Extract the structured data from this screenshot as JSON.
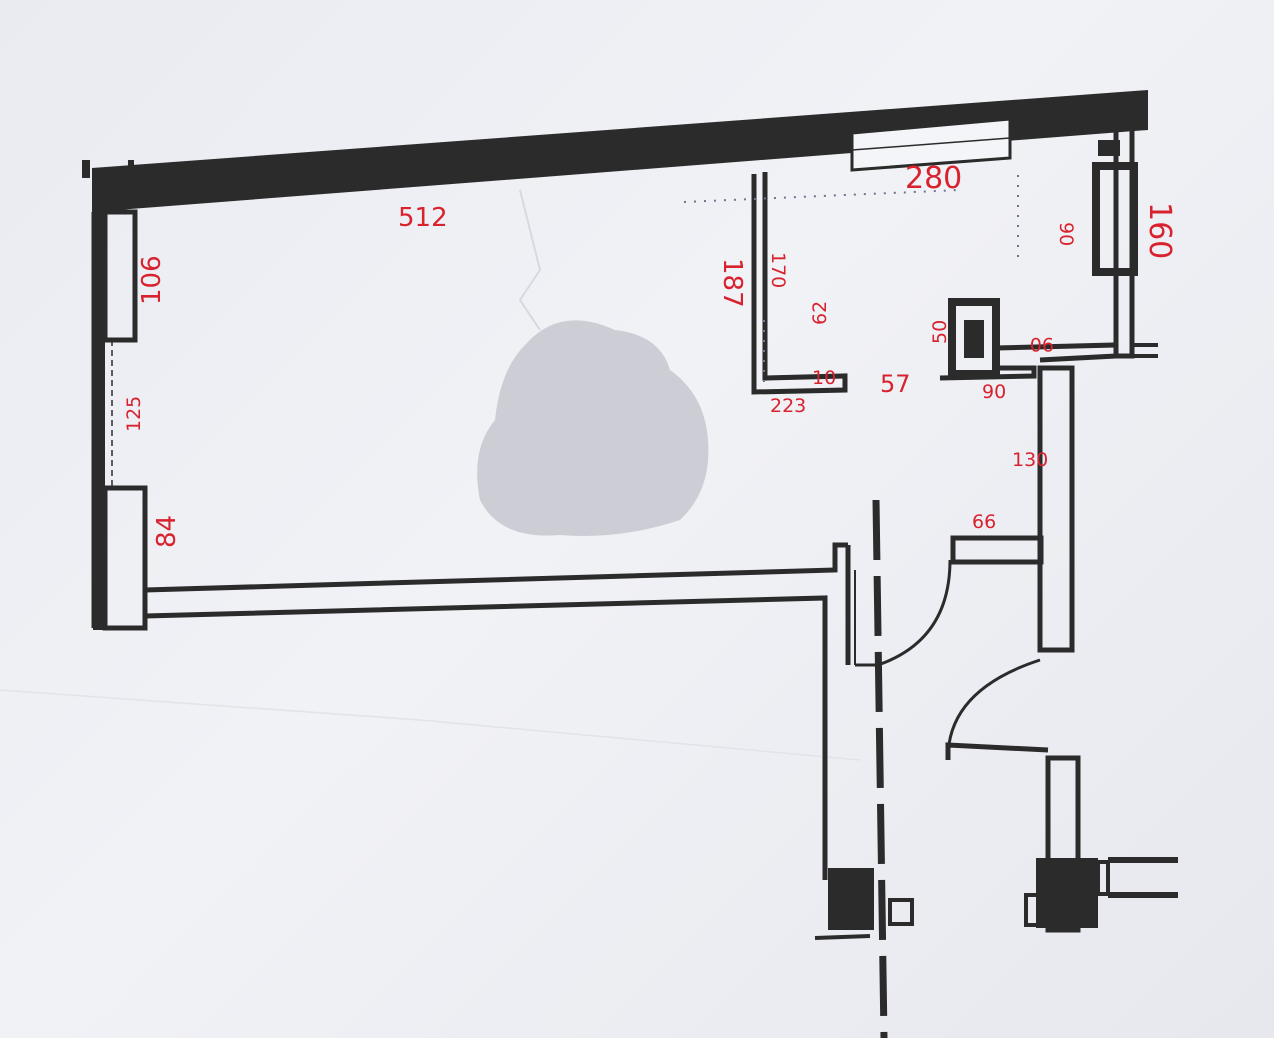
{
  "plan": {
    "wall_color": "#2b2b2b",
    "annotation_color": "#d8222e",
    "redaction_color": "#c9cad2",
    "dimensions": {
      "top_wall": "512",
      "window_top": "280",
      "left_upper": "106",
      "left_window": "125",
      "left_lower": "84",
      "partition_outer": "187",
      "partition_inner": "170",
      "partition_small": "62",
      "partition_bottom": "223",
      "partition_tip": "10",
      "opening": "57",
      "right_vertical": "160",
      "right_inner": "90",
      "shaft_small": "50",
      "shaft_wide": "90",
      "shaft_right": "90",
      "corridor": "130",
      "niche": "66"
    }
  }
}
